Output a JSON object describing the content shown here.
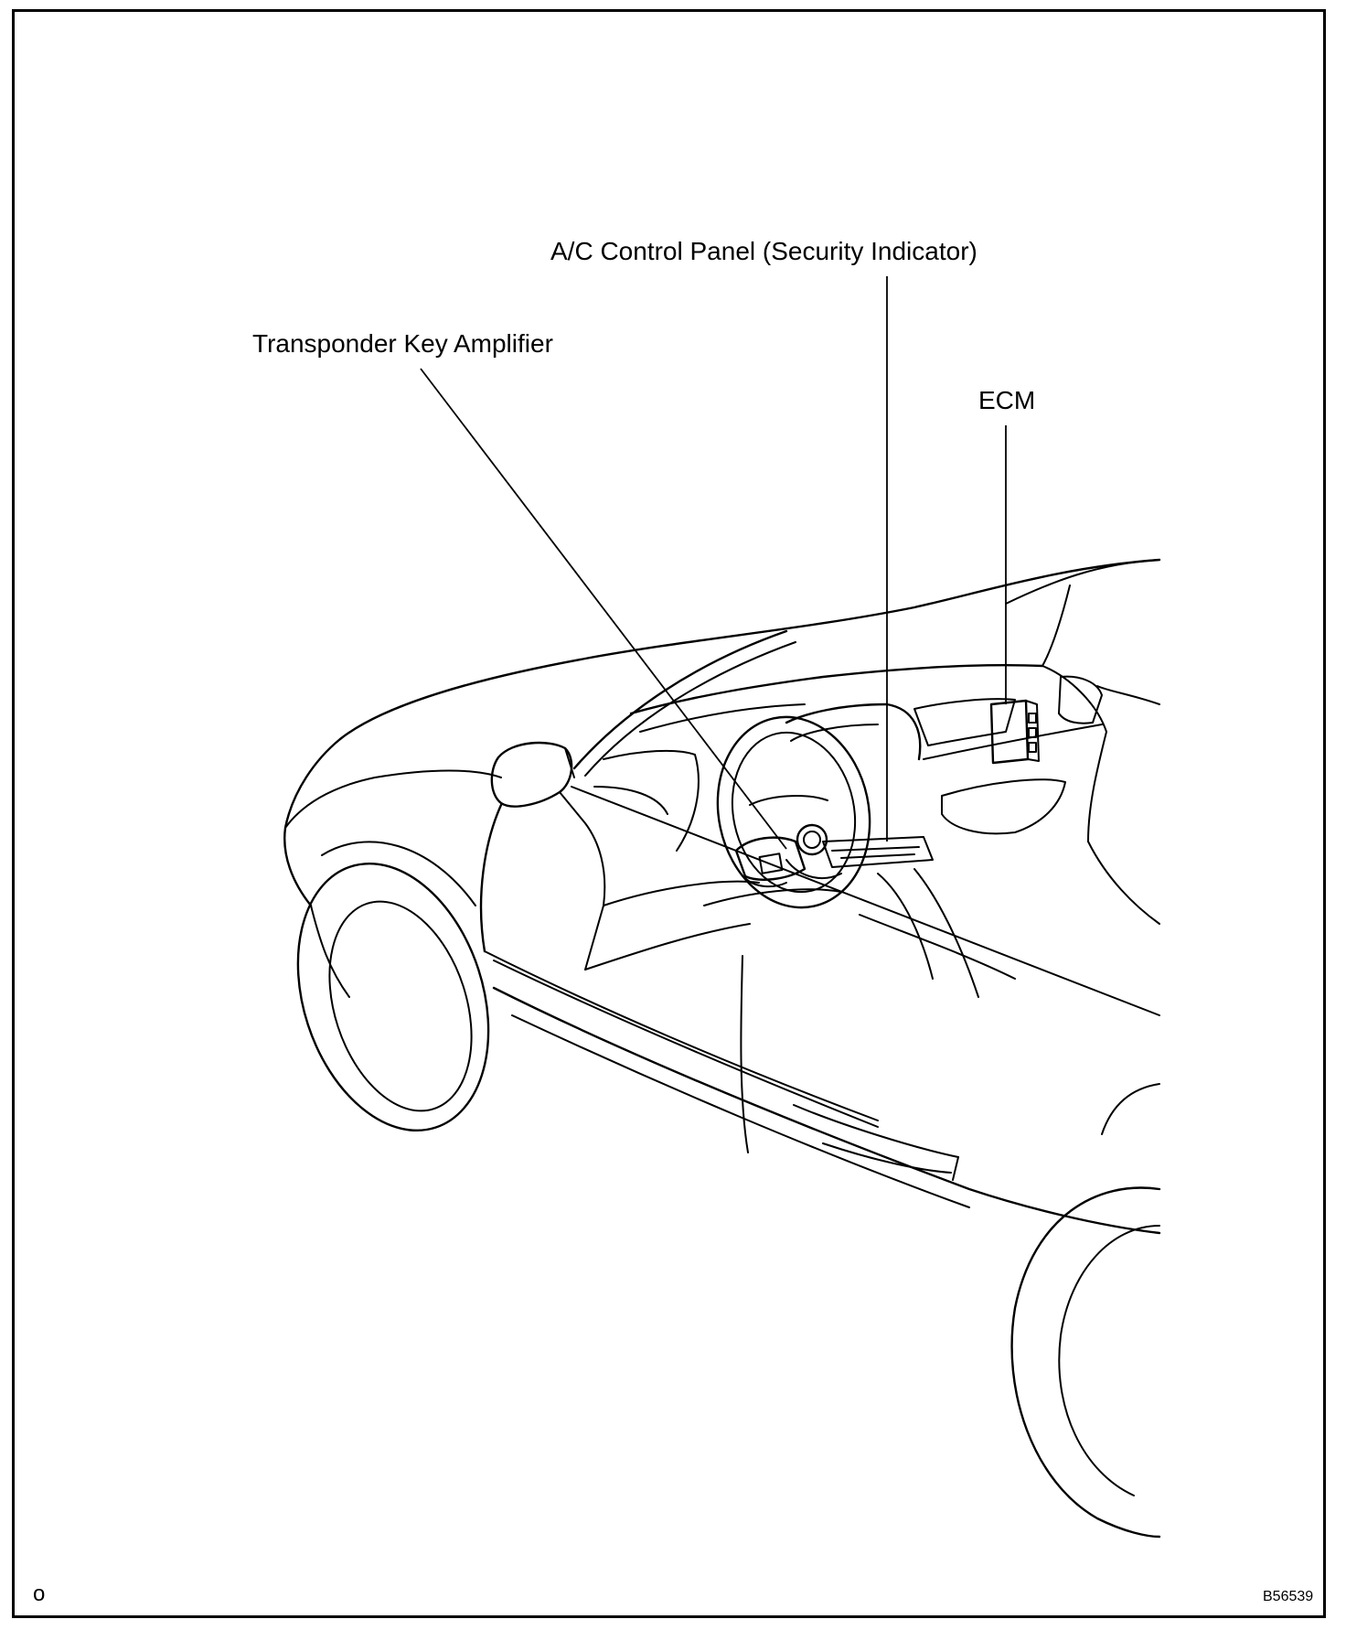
{
  "diagram": {
    "labels": {
      "ac_control_panel": "A/C Control Panel (Security Indicator)",
      "transponder_key_amplifier": "Transponder Key Amplifier",
      "ecm": "ECM"
    },
    "corner_mark": "o",
    "figure_code": "B56539"
  }
}
